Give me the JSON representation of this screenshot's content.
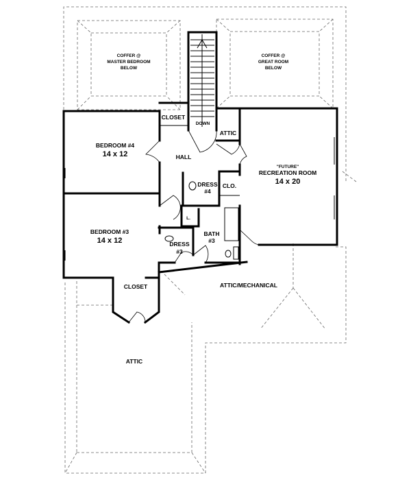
{
  "labels": {
    "coffer_master": "COFFER @",
    "coffer_master_2": "MASTER BEDROOM",
    "coffer_master_3": "BELOW",
    "coffer_great": "COFFER @",
    "coffer_great_2": "GREAT ROOM",
    "coffer_great_3": "BELOW",
    "closet_top": "CLOSET",
    "down": "DOWN",
    "attic_small": "ATTIC",
    "bedroom4_name": "BEDROOM #4",
    "bedroom4_size": "14 x 12",
    "hall": "HALL",
    "rec_future": "\"FUTURE\"",
    "rec_name": "RECREATION ROOM",
    "rec_size": "14 x 20",
    "dress4": "DRESS",
    "dress4_num": "#4",
    "clo": "CLO.",
    "linen": "L.",
    "bedroom3_name": "BEDROOM #3",
    "bedroom3_size": "14 x 12",
    "bath3": "BATH",
    "bath3_num": "#3",
    "dress3": "DRESS",
    "dress3_num": "#3",
    "closet_bottom": "CLOSET",
    "attic_mech": "ATTIC/MECHANICAL",
    "attic_large": "ATTIC"
  }
}
